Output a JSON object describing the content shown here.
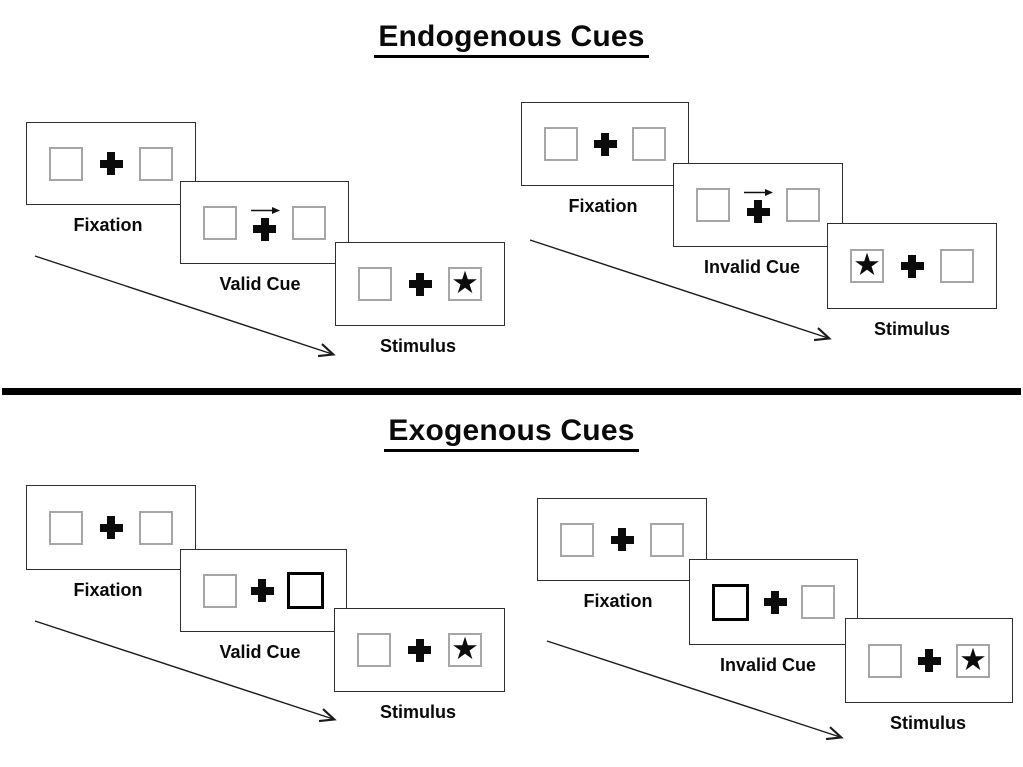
{
  "colors": {
    "ink": "#000000",
    "panel_border": "#2e2e2e",
    "placeholder_box_border": "#a6a6a6",
    "cue_box_border": "#000000"
  },
  "icons": {
    "star": "★",
    "fixation_cross": "heavy-plus",
    "cue_arrow": "right-arrow",
    "sequence_arrow": "diagonal-down-right-arrow"
  },
  "sections": [
    {
      "title": "Endogenous Cues",
      "groups": [
        {
          "trial_type": "valid",
          "panels": [
            {
              "label": "Fixation"
            },
            {
              "label": "Valid Cue",
              "cue": "arrow-right-above-fixation"
            },
            {
              "label": "Stimulus",
              "star_side": "right"
            }
          ]
        },
        {
          "trial_type": "invalid",
          "panels": [
            {
              "label": "Fixation"
            },
            {
              "label": "Invalid Cue",
              "cue": "arrow-right-above-fixation"
            },
            {
              "label": "Stimulus",
              "star_side": "left"
            }
          ]
        }
      ]
    },
    {
      "title": "Exogenous Cues",
      "groups": [
        {
          "trial_type": "valid",
          "panels": [
            {
              "label": "Fixation"
            },
            {
              "label": "Valid Cue",
              "cue": "highlighted-box-right"
            },
            {
              "label": "Stimulus",
              "star_side": "right"
            }
          ]
        },
        {
          "trial_type": "invalid",
          "panels": [
            {
              "label": "Fixation"
            },
            {
              "label": "Invalid Cue",
              "cue": "highlighted-box-left"
            },
            {
              "label": "Stimulus",
              "star_side": "right"
            }
          ]
        }
      ]
    }
  ]
}
